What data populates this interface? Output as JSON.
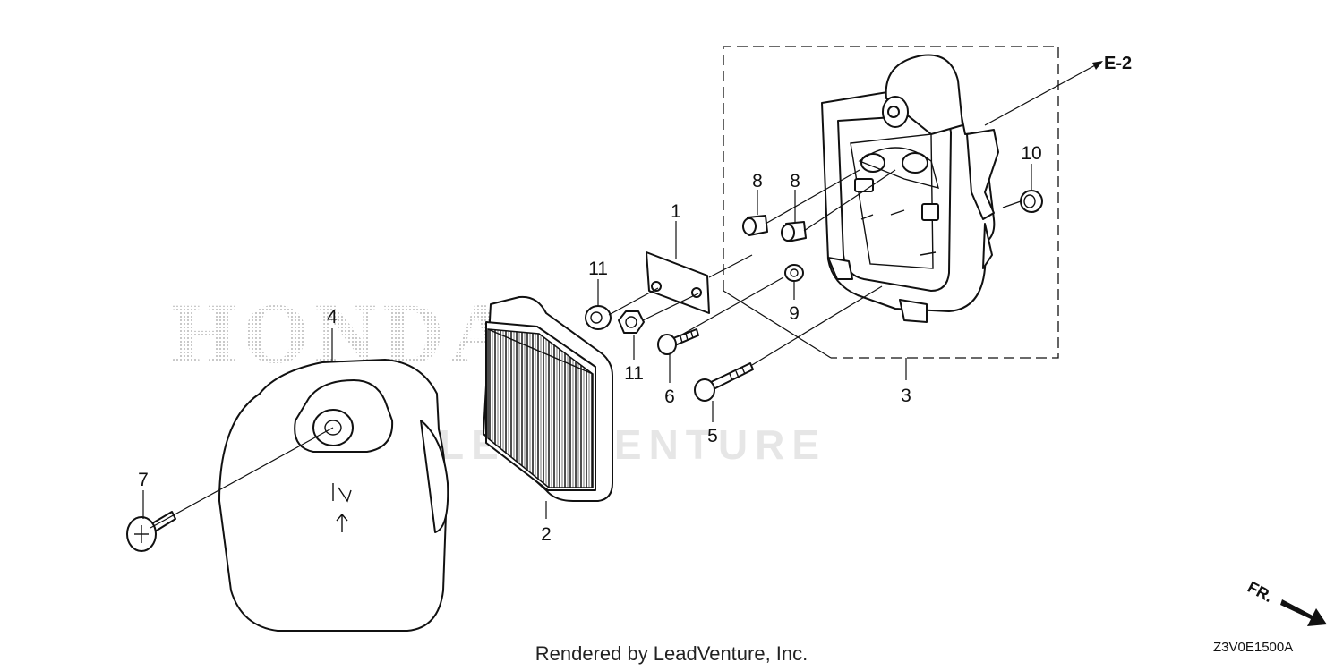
{
  "diagram": {
    "part_labels": [
      {
        "id": "1",
        "text": "1"
      },
      {
        "id": "2",
        "text": "2"
      },
      {
        "id": "3",
        "text": "3"
      },
      {
        "id": "4",
        "text": "4"
      },
      {
        "id": "5",
        "text": "5"
      },
      {
        "id": "6",
        "text": "6"
      },
      {
        "id": "7",
        "text": "7"
      },
      {
        "id": "8a",
        "text": "8"
      },
      {
        "id": "8b",
        "text": "8"
      },
      {
        "id": "9",
        "text": "9"
      },
      {
        "id": "10",
        "text": "10"
      },
      {
        "id": "11a",
        "text": "11"
      },
      {
        "id": "11b",
        "text": "11"
      }
    ],
    "reference": "E-2",
    "direction_marker": "FR.",
    "diagram_code": "Z3V0E1500A",
    "credit": "Rendered by LeadVenture, Inc.",
    "watermark_brand": "HONDA",
    "watermark_vendor": "LEADVENTURE"
  }
}
